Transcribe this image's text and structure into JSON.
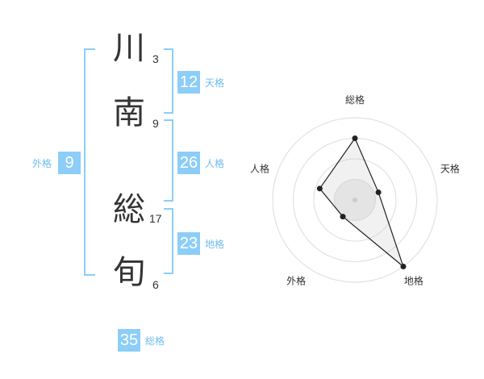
{
  "name": {
    "chars": [
      {
        "char": "川",
        "strokes": "3"
      },
      {
        "char": "南",
        "strokes": "9"
      },
      {
        "char": "総",
        "strokes": "17"
      },
      {
        "char": "旬",
        "strokes": "6"
      }
    ]
  },
  "kaku": {
    "tenkaku": {
      "label": "天格",
      "value": "12"
    },
    "jinkaku": {
      "label": "人格",
      "value": "26"
    },
    "chikaku": {
      "label": "地格",
      "value": "23"
    },
    "gaikaku": {
      "label": "外格",
      "value": "9"
    },
    "soukaku": {
      "label": "総格",
      "value": "35"
    }
  },
  "colors": {
    "accent": "#8ccef7",
    "label": "#6fbcec",
    "text": "#333333",
    "grid": "#dddddd",
    "fill": "#eeeeee"
  },
  "chart_data": {
    "type": "radar",
    "axes": [
      "総格",
      "天格",
      "地格",
      "外格",
      "人格"
    ],
    "series": [
      {
        "values": [
          0.75,
          0.3,
          1.0,
          0.25,
          0.45
        ]
      }
    ],
    "rings": 4,
    "grid": true
  }
}
